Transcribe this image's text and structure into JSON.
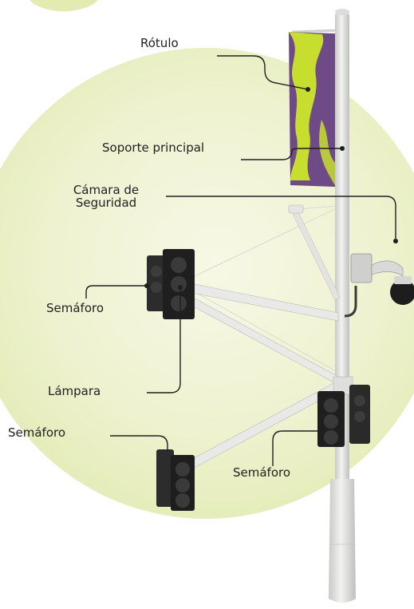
{
  "labels": {
    "rotulo": "Rótulo",
    "soporte": "Soporte principal",
    "camara_line1": "Cámara de",
    "camara_line2": "Seguridad",
    "semaforo_left": "Semáforo",
    "lampara": "Lámpara",
    "semaforo_bottom_left": "Semáforo",
    "semaforo_bottom_right": "Semáforo"
  },
  "colors": {
    "background_blob": "#eaf0c4",
    "banner_purple": "#6e4a86",
    "banner_green": "#c8de2e",
    "pole": "#e6e7e5",
    "traffic_light": "#2a2a2a",
    "leader_line": "#1f1f1f"
  }
}
